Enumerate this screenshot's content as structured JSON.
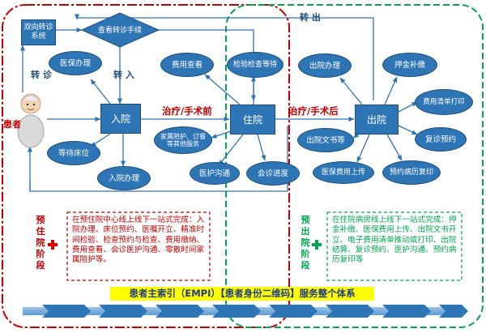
{
  "nodes": {
    "dual_referral": "双向转诊系统",
    "check_referral": "查看转诊手续",
    "insurance": "医保办理",
    "patient": "患者",
    "admission": "入院",
    "waiting_bed": "等待床位",
    "admission_process": "入院办理",
    "fee_check": "费用查看",
    "exam_wait": "检验检查等待",
    "inpatient": "住院",
    "family_escort": "家属陪护、订餐等其他服务",
    "nursing_comm": "医护沟通",
    "consult_progress": "会诊进度",
    "discharge": "出院",
    "discharge_process": "出院办理",
    "deposit": "押金补缴",
    "fee_list_print": "费用清单打印",
    "discharge_docs": "出院文书等",
    "followup": "复诊预约",
    "insurance_upload": "医保费用上传",
    "record_copy": "预约病历复印"
  },
  "edge_labels": {
    "transfer_out": "转 出",
    "referral": "转 诊",
    "admit_in": "转 入",
    "treat_pre": "治疗/手术前",
    "treat_post": "治疗/手术后"
  },
  "phases": {
    "pre": {
      "title": "预住院阶段",
      "note": "在预住院中心线上线下一站式完成：入院办理、床位预约、医嘱开立、精准时间检验、检查预约与检查、费用缴纳、费用查看、会诊医护沟通、零散时间家属陪护等。"
    },
    "post": {
      "title": "预出院阶段",
      "note": "在住院病房线上线下一站式完成：押金补缴、医保费用上传、出院文书开立、电子费用清单推动或打印、出院结算、复诊预约、医护沟通、预约病历复印等"
    }
  },
  "banner": "患者主索引（EMPI）【患者身份二维码】服务整个体系",
  "colors": {
    "node_fill": "#2E75B6",
    "pre_border": "#C00000",
    "post_border": "#00A651",
    "banner_bg": "#FFFF00"
  }
}
